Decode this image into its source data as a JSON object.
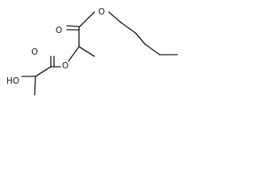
{
  "molecule": {
    "atoms": [
      {
        "id": "o_carbonyl_top",
        "label": "O"
      },
      {
        "id": "o_ester_top",
        "label": "O"
      },
      {
        "id": "o_carbonyl_mid",
        "label": "O"
      },
      {
        "id": "o_ester_mid",
        "label": "O"
      },
      {
        "id": "hydroxyl",
        "label": "HO"
      }
    ]
  }
}
